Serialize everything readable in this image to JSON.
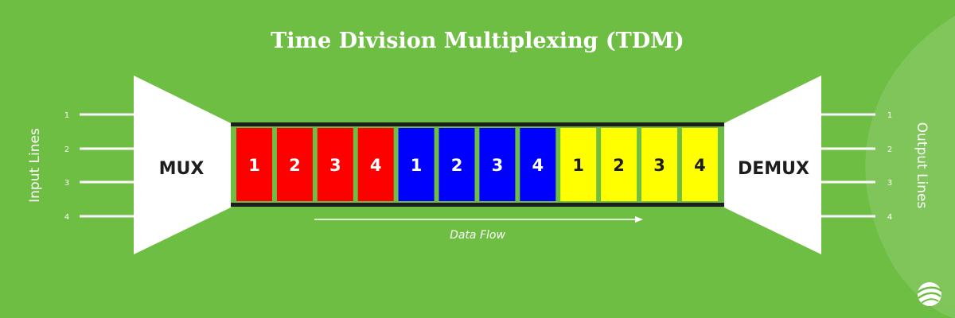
{
  "title": "Time Division Multiplexing (TDM)",
  "mux_label": "MUX",
  "demux_label": "DEMUX",
  "input_label": "Input Lines",
  "output_label": "Output Lines",
  "input_lines": [
    "1",
    "2",
    "3",
    "4"
  ],
  "output_lines": [
    "1",
    "2",
    "3",
    "4"
  ],
  "flow_label": "Data Flow",
  "colors": {
    "background": "#6fbe44",
    "red": "#ff0000",
    "blue": "#0000ff",
    "yellow": "#ffff00",
    "channel_border": "#1d1d1d",
    "shape_fill": "#ffffff"
  },
  "slots": [
    {
      "label": "1",
      "color": "red"
    },
    {
      "label": "2",
      "color": "red"
    },
    {
      "label": "3",
      "color": "red"
    },
    {
      "label": "4",
      "color": "red"
    },
    {
      "label": "1",
      "color": "blue"
    },
    {
      "label": "2",
      "color": "blue"
    },
    {
      "label": "3",
      "color": "blue"
    },
    {
      "label": "4",
      "color": "blue"
    },
    {
      "label": "1",
      "color": "yellow"
    },
    {
      "label": "2",
      "color": "yellow"
    },
    {
      "label": "3",
      "color": "yellow"
    },
    {
      "label": "4",
      "color": "yellow"
    }
  ],
  "logo": "globe-swoosh-logo"
}
